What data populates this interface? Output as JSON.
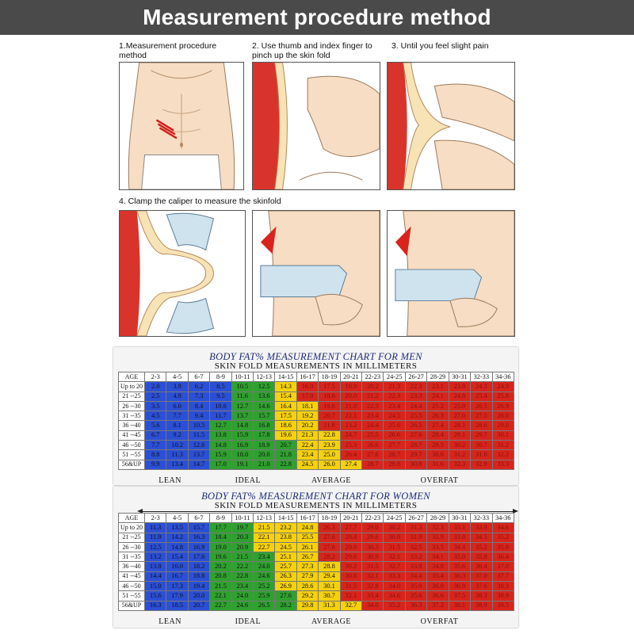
{
  "header": {
    "title": "Measurement procedure method"
  },
  "steps": [
    {
      "label": "1.Measurement procedure method"
    },
    {
      "label": "2. Use thumb and index finger to pinch up the skin fold"
    },
    {
      "label": "3. Until you feel slight pain"
    },
    {
      "label": "4. Clamp the caliper to measure the skinfold"
    }
  ],
  "colors": {
    "blue": "#2b4fd6",
    "green": "#2ea12e",
    "yellow": "#f6d10c",
    "red": "#d8241c",
    "banner": "#4a4a4a"
  },
  "ranges": [
    "2-3",
    "4-5",
    "6-7",
    "8-9",
    "10-11",
    "12-13",
    "14-15",
    "16-17",
    "18-19",
    "20-21",
    "22-23",
    "24-25",
    "26-27",
    "28-29",
    "30-31",
    "32-33",
    "34-36"
  ],
  "men_chart": {
    "title": "BODY FAT% MEASUREMENT CHART FOR MEN",
    "subtitle": "SKIN FOLD MEASUREMENTS IN MILLIMETERS",
    "age_header": "AGE",
    "categories": [
      "LEAN",
      "IDEAL",
      "AVERAGE",
      "OVERFAT"
    ],
    "rows": [
      {
        "age": "Up to 20",
        "values": [
          "2.0",
          "3.9",
          "6.2",
          "8.5",
          "10.5",
          "12.5",
          "14.3",
          "16.0",
          "17.5",
          "18.9",
          "20.2",
          "21.3",
          "22.3",
          "23.1",
          "23.8",
          "24.3",
          "24.9"
        ]
      },
      {
        "age": "21 --25",
        "values": [
          "2.5",
          "4.9",
          "7.3",
          "9.5",
          "11.6",
          "13.6",
          "15.4",
          "17.0",
          "18.6",
          "20.0",
          "21.2",
          "22.3",
          "23.3",
          "24.1",
          "24.8",
          "25.4",
          "25.8"
        ]
      },
      {
        "age": "26 --30",
        "values": [
          "3.5",
          "6.0",
          "8.4",
          "10.6",
          "12.7",
          "14.6",
          "16.4",
          "18.1",
          "19.6",
          "21.0",
          "22.3",
          "23.4",
          "24.4",
          "25.2",
          "25.9",
          "26.5",
          "26.9"
        ]
      },
      {
        "age": "31 --35",
        "values": [
          "4.5",
          "7.7",
          "9.4",
          "11.7",
          "13.7",
          "15.7",
          "17.5",
          "19.2",
          "20.7",
          "22.1",
          "23.4",
          "24.5",
          "25.5",
          "26.3",
          "27.0",
          "27.5",
          "28.0"
        ]
      },
      {
        "age": "36 --40",
        "values": [
          "5.6",
          "8.1",
          "10.5",
          "12.7",
          "14.8",
          "16.8",
          "18.6",
          "20.2",
          "21.8",
          "23.2",
          "24.4",
          "25.6",
          "26.5",
          "27.4",
          "28.1",
          "28.6",
          "29.0"
        ]
      },
      {
        "age": "41 --45",
        "values": [
          "6.7",
          "9.2",
          "11.5",
          "13.8",
          "15.9",
          "17.8",
          "19.6",
          "21.3",
          "22.8",
          "24.7",
          "25.5",
          "26.6",
          "27.6",
          "28.4",
          "29.1",
          "29.7",
          "30.1"
        ]
      },
      {
        "age": "46 --50",
        "values": [
          "7.7",
          "10.2",
          "12.6",
          "14.8",
          "16.9",
          "18.9",
          "20.7",
          "22.4",
          "23.9",
          "25.3",
          "26.6",
          "27.7",
          "28.7",
          "29.5",
          "30.2",
          "30.7",
          "31.2"
        ]
      },
      {
        "age": "51 --55",
        "values": [
          "8.8",
          "11.3",
          "13.7",
          "15.9",
          "18.0",
          "20.0",
          "21.8",
          "23.4",
          "25.0",
          "26.4",
          "27.6",
          "28.7",
          "29.7",
          "30.6",
          "31.2",
          "31.8",
          "32.2"
        ]
      },
      {
        "age": "56&UP",
        "values": [
          "9.9",
          "13.4",
          "14.7",
          "17.0",
          "19.1",
          "21.0",
          "22.8",
          "24.5",
          "26.0",
          "27.4",
          "28.7",
          "29.8",
          "30.8",
          "31.6",
          "32.3",
          "32.9",
          "33.3"
        ]
      }
    ],
    "zones": [
      [
        4,
        6,
        7,
        11
      ],
      [
        4,
        6,
        7,
        11
      ],
      [
        4,
        6,
        8,
        11
      ],
      [
        4,
        6,
        8,
        12
      ],
      [
        3,
        6,
        8,
        12
      ],
      [
        3,
        6,
        9,
        12
      ],
      [
        3,
        7,
        9,
        13
      ],
      [
        3,
        7,
        9,
        13
      ],
      [
        3,
        7,
        10,
        13
      ]
    ]
  },
  "women_chart": {
    "title": "BODY FAT% MEASUREMENT CHART FOR WOMEN",
    "subtitle": "SKIN FOLD MEASUREMENTS IN MILLIMETERS",
    "age_header": "AGE",
    "categories": [
      "LEAN",
      "IDEAL",
      "AVERAGE",
      "OVERFAT"
    ],
    "rows": [
      {
        "age": "Up to 20",
        "values": [
          "11.3",
          "13.5",
          "15.7",
          "17.7",
          "19.7",
          "21.5",
          "23.2",
          "24.8",
          "26.3",
          "27.7",
          "29.0",
          "30.2",
          "31.3",
          "32.3",
          "33.1",
          "33.9",
          "34.6"
        ]
      },
      {
        "age": "21 --25",
        "values": [
          "11.9",
          "14.2",
          "16.3",
          "18.4",
          "20.3",
          "22.1",
          "23.8",
          "25.5",
          "27.0",
          "28.4",
          "29.6",
          "30.8",
          "31.9",
          "32.9",
          "33.8",
          "34.5",
          "35.2"
        ]
      },
      {
        "age": "26 --30",
        "values": [
          "12.5",
          "14.8",
          "16.9",
          "19.0",
          "20.9",
          "22.7",
          "24.5",
          "26.1",
          "27.6",
          "29.0",
          "30.3",
          "31.5",
          "32.5",
          "33.5",
          "34.4",
          "35.2",
          "35.8"
        ]
      },
      {
        "age": "31 --35",
        "values": [
          "13.2",
          "15.4",
          "17.6",
          "19.6",
          "21.5",
          "23.4",
          "25.1",
          "26.7",
          "28.2",
          "29.6",
          "30.9",
          "32.1",
          "33.2",
          "34.1",
          "35.0",
          "35.8",
          "36.4"
        ]
      },
      {
        "age": "36 --40",
        "values": [
          "13.8",
          "16.0",
          "18.2",
          "20.2",
          "22.2",
          "24.0",
          "25.7",
          "27.3",
          "28.8",
          "30.2",
          "31.5",
          "32.7",
          "33.8",
          "34.8",
          "35.6",
          "36.4",
          "37.0"
        ]
      },
      {
        "age": "41 --45",
        "values": [
          "14.4",
          "16.7",
          "18.8",
          "20.8",
          "22.8",
          "24.6",
          "26.3",
          "27.9",
          "29.4",
          "30.8",
          "32.1",
          "33.3",
          "34.4",
          "35.4",
          "36.3",
          "37.0",
          "37.7"
        ]
      },
      {
        "age": "46 --50",
        "values": [
          "15.0",
          "17.3",
          "19.4",
          "21.5",
          "23.4",
          "25.2",
          "26.9",
          "28.6",
          "30.1",
          "31.5",
          "32.8",
          "34.0",
          "35.0",
          "36.0",
          "36.9",
          "37.6",
          "38.3"
        ]
      },
      {
        "age": "51 --55",
        "values": [
          "15.6",
          "17.9",
          "20.0",
          "22.1",
          "24.0",
          "25.9",
          "27.6",
          "29.2",
          "30.7",
          "32.1",
          "33.4",
          "34.6",
          "35.6",
          "36.6",
          "37.5",
          "38.3",
          "38.9"
        ]
      },
      {
        "age": "56&UP",
        "values": [
          "16.3",
          "18.5",
          "20.7",
          "22.7",
          "24.6",
          "26.5",
          "28.2",
          "29.8",
          "31.3",
          "32.7",
          "34.0",
          "35.2",
          "36.3",
          "37.2",
          "38.1",
          "38.9",
          "39.5"
        ]
      }
    ],
    "zones": [
      [
        3,
        5,
        8,
        10
      ],
      [
        3,
        5,
        8,
        10
      ],
      [
        3,
        5,
        8,
        10
      ],
      [
        3,
        6,
        8,
        11
      ],
      [
        3,
        6,
        9,
        11
      ],
      [
        3,
        6,
        9,
        11
      ],
      [
        3,
        6,
        9,
        11
      ],
      [
        3,
        7,
        9,
        12
      ],
      [
        3,
        7,
        10,
        12
      ]
    ]
  }
}
